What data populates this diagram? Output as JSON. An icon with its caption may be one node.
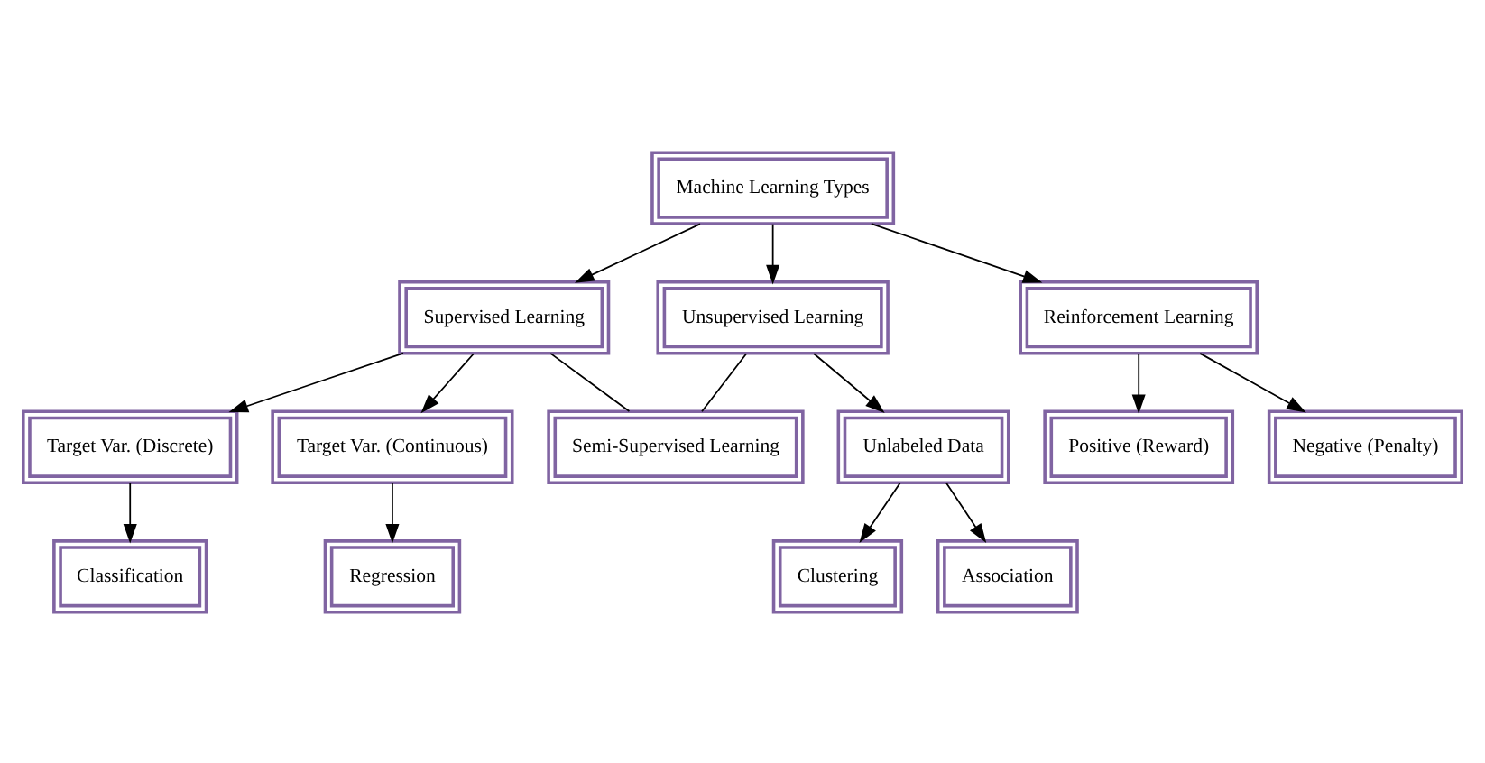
{
  "diagram": {
    "nodes": [
      {
        "text": [
          "Machine Learning Types"
        ]
      },
      {
        "text": [
          "Supervised Learning"
        ]
      },
      {
        "text": [
          "Unsupervised Learning"
        ]
      },
      {
        "text": [
          "Reinforcement Learning"
        ]
      },
      {
        "text": [
          "Semi-Supervised Learning"
        ]
      },
      {
        "text": [
          "Target Var. (Discrete)"
        ]
      },
      {
        "text": [
          "Target Var. (Continuous)"
        ]
      },
      {
        "text": [
          "Unlabeled Data"
        ]
      },
      {
        "text": [
          "Positive (Reward)"
        ]
      },
      {
        "text": [
          "Negative (Penalty)"
        ]
      },
      {
        "text": [
          "Classification"
        ]
      },
      {
        "text": [
          "Regression"
        ]
      },
      {
        "text": [
          "Clustering"
        ]
      },
      {
        "text": [
          "Association"
        ]
      }
    ],
    "edges": [
      {
        "from": 0,
        "to": 1,
        "arrow": "to"
      },
      {
        "from": 0,
        "to": 2,
        "arrow": "to"
      },
      {
        "from": 0,
        "to": 3,
        "arrow": "to"
      },
      {
        "from": 1,
        "to": 4,
        "arrow": "none"
      },
      {
        "from": 2,
        "to": 4,
        "arrow": "none"
      },
      {
        "from": 1,
        "to": 5,
        "arrow": "to"
      },
      {
        "from": 1,
        "to": 6,
        "arrow": "to"
      },
      {
        "from": 2,
        "to": 7,
        "arrow": "to"
      },
      {
        "from": 3,
        "to": 8,
        "arrow": "to"
      },
      {
        "from": 3,
        "to": 9,
        "arrow": "to"
      },
      {
        "from": 5,
        "to": 10,
        "arrow": "to"
      },
      {
        "from": 6,
        "to": 11,
        "arrow": "to"
      },
      {
        "from": 7,
        "to": 12,
        "arrow": "to"
      },
      {
        "from": 7,
        "to": 13,
        "arrow": "to"
      }
    ]
  }
}
